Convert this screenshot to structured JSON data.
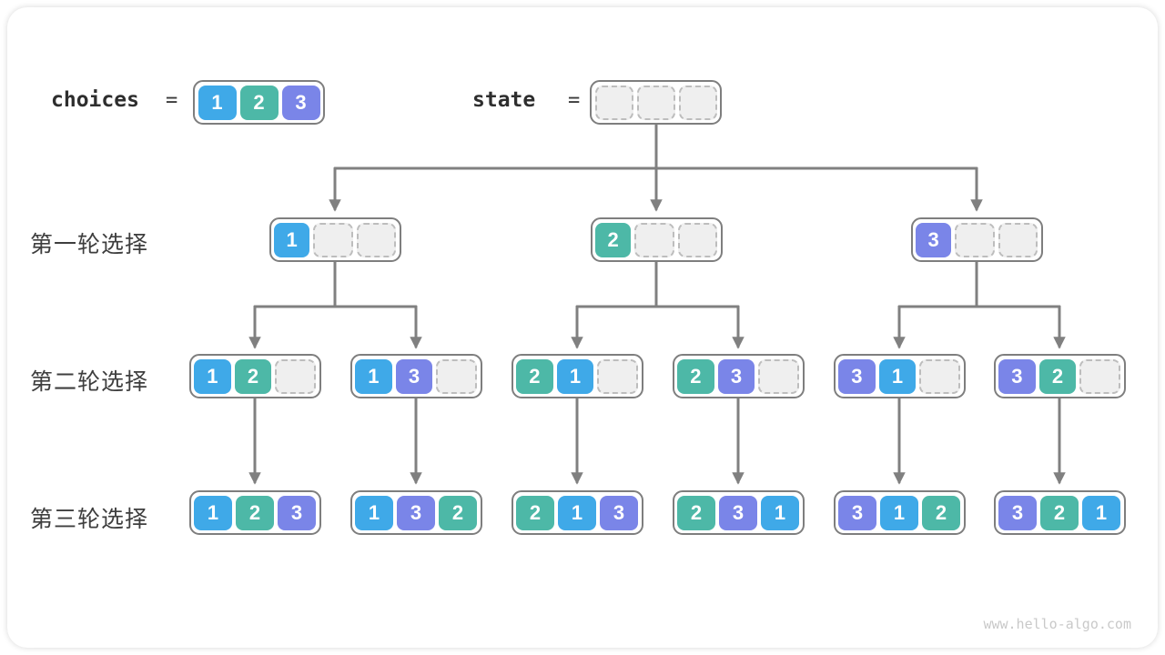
{
  "page": {
    "watermark": "www.hello-algo.com"
  },
  "colors": {
    "value_1": "#3FA9E8",
    "value_2": "#4DB8A7",
    "value_3": "#7A85E8",
    "empty_fill": "#EFEFEF",
    "empty_border": "#BDBDBD",
    "box_border": "#7E7E7E",
    "connector": "#808080",
    "label_text": "#3E3E3E",
    "cell_text": "#FFFFFF"
  },
  "legend": {
    "choices_label": "choices",
    "equals_sign": "=",
    "choices_values": [
      1,
      2,
      3
    ],
    "state_label": "state",
    "state_values": [
      null,
      null,
      null
    ]
  },
  "rows": [
    {
      "label": "第一轮选择",
      "nodes": [
        [
          1,
          null,
          null
        ],
        [
          2,
          null,
          null
        ],
        [
          3,
          null,
          null
        ]
      ]
    },
    {
      "label": "第二轮选择",
      "nodes": [
        [
          1,
          2,
          null
        ],
        [
          1,
          3,
          null
        ],
        [
          2,
          1,
          null
        ],
        [
          2,
          3,
          null
        ],
        [
          3,
          1,
          null
        ],
        [
          3,
          2,
          null
        ]
      ]
    },
    {
      "label": "第三轮选择",
      "nodes": [
        [
          1,
          2,
          3
        ],
        [
          1,
          3,
          2
        ],
        [
          2,
          1,
          3
        ],
        [
          2,
          3,
          1
        ],
        [
          3,
          1,
          2
        ],
        [
          3,
          2,
          1
        ]
      ]
    }
  ]
}
